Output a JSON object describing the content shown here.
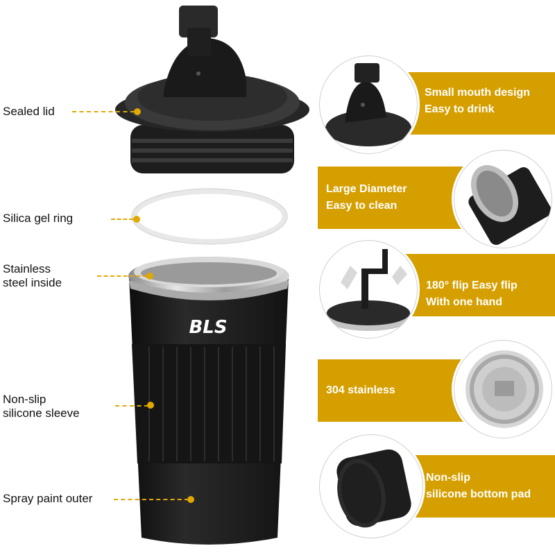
{
  "labels": {
    "sealed_lid": "Sealed lid",
    "silica_ring": "Silica gel ring",
    "stainless_line1": "Stainless",
    "stainless_line2": "steel inside",
    "sleeve_line1": "Non-slip",
    "sleeve_line2": "silicone sleeve",
    "spray": "Spray paint outer"
  },
  "brand_logo": "BLS",
  "features": [
    {
      "line1": "Small mouth design",
      "line2": "Easy to drink",
      "icon": "curved-arrow-icon"
    },
    {
      "line1": "Large Diameter",
      "line2": "Easy to clean"
    },
    {
      "line1": "180° flip Easy flip",
      "line2": "With one hand"
    },
    {
      "line1": "304 stainless",
      "line2": ""
    },
    {
      "line1": "Non-slip",
      "line2": "silicone bottom pad"
    }
  ],
  "colors": {
    "accent": "#d69f00",
    "cup_body": "#1c1c1c",
    "steel": "#b9b9b9"
  }
}
